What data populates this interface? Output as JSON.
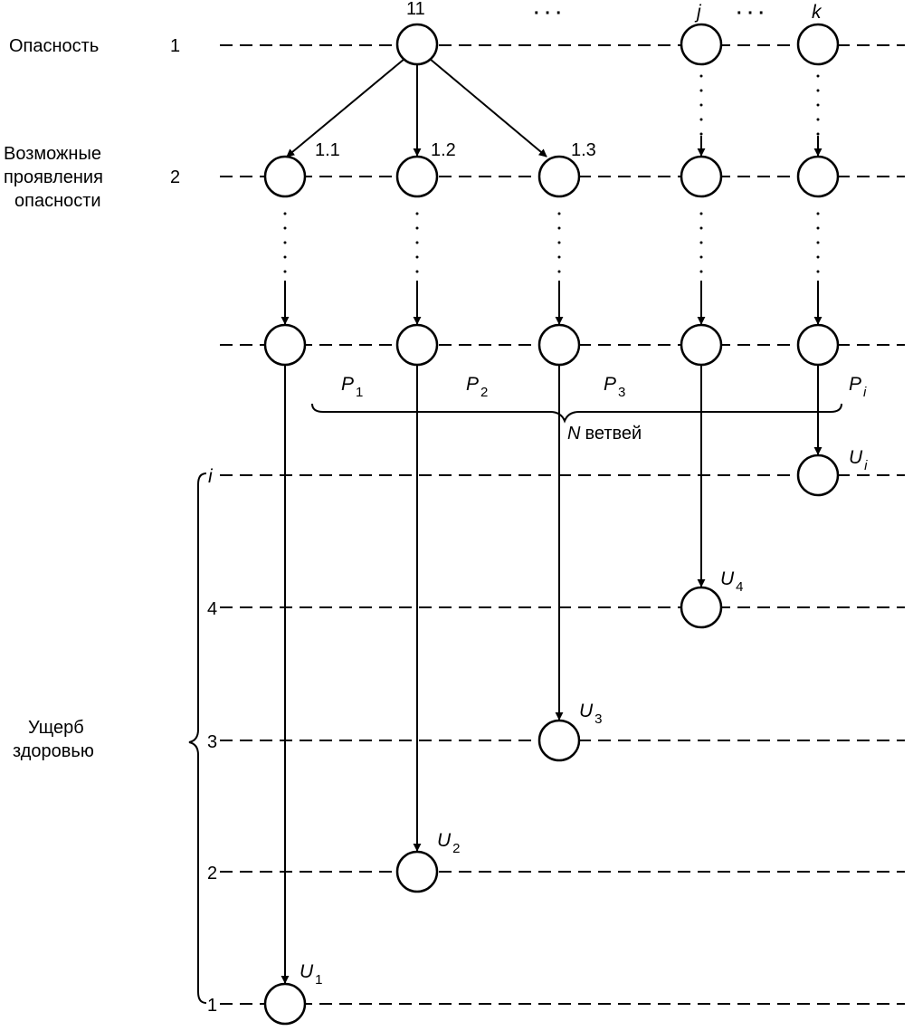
{
  "left_labels": {
    "hazard": "Опасность",
    "manifestations": [
      "Возможные",
      "проявления",
      "опасности"
    ],
    "damage": [
      "Ущерб",
      "здоровью"
    ]
  },
  "level_numbers": {
    "hazard_level": "1",
    "manifestation_level": "2",
    "damage_levels": [
      "i",
      "4",
      "3",
      "2",
      "1"
    ]
  },
  "top_labels": {
    "root": "11",
    "dots_a": "· · ·",
    "j": "j",
    "dots_b": "· · ·",
    "k": "k"
  },
  "branch_labels": [
    "1.1",
    "1.2",
    "1.3"
  ],
  "probabilities": [
    {
      "p": "P",
      "sub": "1"
    },
    {
      "p": "P",
      "sub": "2"
    },
    {
      "p": "P",
      "sub": "3"
    },
    {
      "p": "P",
      "sub": "i"
    }
  ],
  "branches_caption": {
    "n": "N",
    "text": "ветвей"
  },
  "damage_nodes": [
    {
      "u": "U",
      "sub": "i"
    },
    {
      "u": "U",
      "sub": "4"
    },
    {
      "u": "U",
      "sub": "3"
    },
    {
      "u": "U",
      "sub": "2"
    },
    {
      "u": "U",
      "sub": "1"
    }
  ]
}
